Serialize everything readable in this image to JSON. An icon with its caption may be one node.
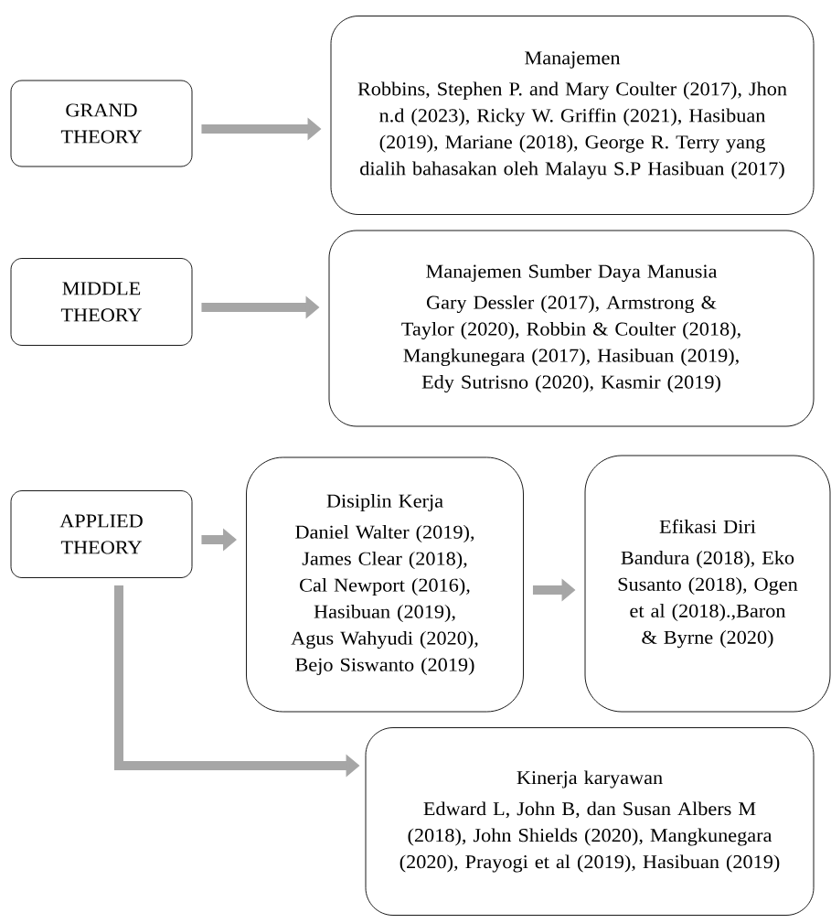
{
  "diagram": {
    "nodes": [
      {
        "text": [
          "GRAND THEORY"
        ]
      },
      {
        "text": [
          "Manajemen",
          "Robbins, Stephen P. and Mary Coulter (2017), Jhon n.d (2023), Ricky W. Griffin (2021), Hasibuan (2019), Mariane (2018), George R. Terry yang dialih bahasakan oleh Malayu S.P Hasibuan (2017)"
        ]
      },
      {
        "text": [
          "MIDDLE THEORY"
        ]
      },
      {
        "text": [
          "Manajemen Sumber Daya Manusia",
          "Gary Dessler (2017), Armstrong & Taylor (2020), Robbin & Coulter (2018), Mangkunegara (2017), Hasibuan (2019), Edy Sutrisno (2020), Kasmir (2019)"
        ]
      },
      {
        "text": [
          "APPLIED THEORY"
        ]
      },
      {
        "text": [
          "Disiplin Kerja",
          "Daniel Walter (2019), James Clear (2018), Cal Newport (2016), Hasibuan (2019), Agus Wahyudi (2020), Bejo Siswanto (2019)"
        ]
      },
      {
        "text": [
          "Efikasi Diri",
          "Bandura (2018), Eko Susanto (2018), Ogen et al (2018).,Baron & Byrne (2020)"
        ]
      },
      {
        "text": [
          "Kinerja karyawan",
          "Edward L, John B, dan Susan Albers M (2018), John Shields (2020), Mangkunegara (2020), Prayogi et al (2019), Hasibuan (2019)"
        ]
      }
    ],
    "edges": [
      {
        "from": 0,
        "to": 1,
        "arrow": "to"
      },
      {
        "from": 2,
        "to": 3,
        "arrow": "to"
      },
      {
        "from": 4,
        "to": 5,
        "arrow": "to"
      },
      {
        "from": 5,
        "to": 6,
        "arrow": "to"
      },
      {
        "from": 4,
        "to": 7,
        "arrow": "to"
      }
    ]
  }
}
